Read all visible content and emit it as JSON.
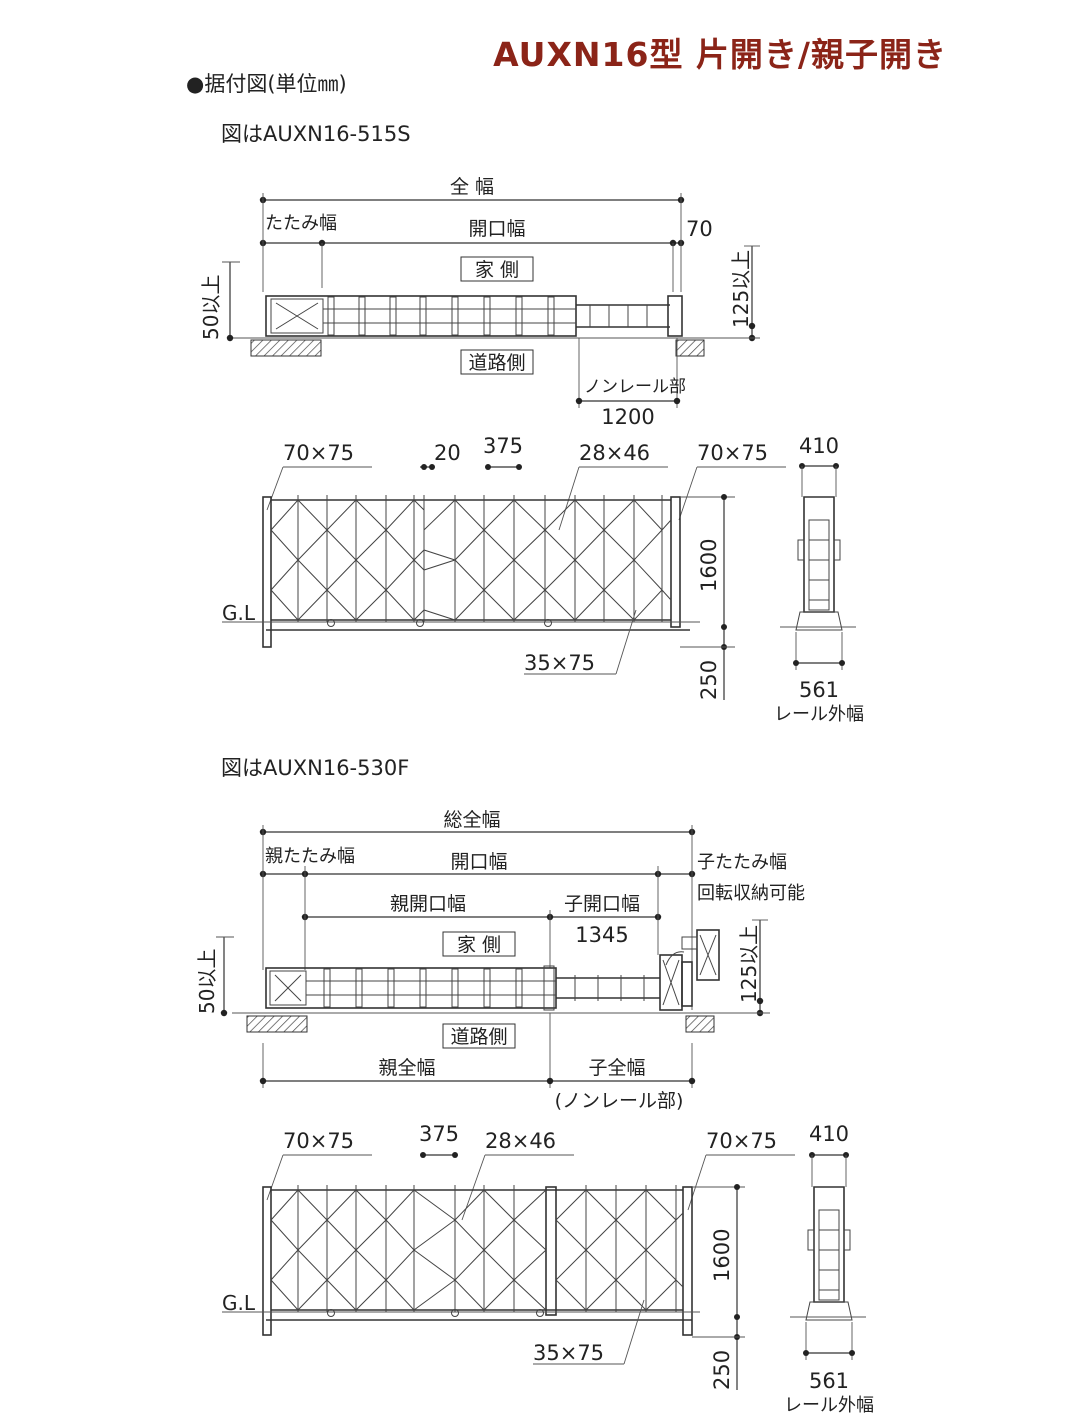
{
  "title": "AUXN16型 片開き/親子開き",
  "section_title": "●据付図(単位㎜)",
  "diagram1": {
    "caption": "図はAUXN16-515S",
    "labels": {
      "overall_width": "全 幅",
      "fold_width": "たたみ幅",
      "opening_width": "開口幅",
      "dim_70": "70",
      "house_side": "家 側",
      "road_side": "道路側",
      "min_50": "50以上",
      "min_125": "125以上",
      "non_rail": "ノンレール部",
      "dim_1200": "1200"
    },
    "elevation": {
      "post_left": "70×75",
      "dim_20": "20",
      "pitch": "375",
      "member": "28×46",
      "post_right": "70×75",
      "height": "1600",
      "gl": "G.L",
      "bottom": "35×75",
      "depth": "250"
    },
    "side": {
      "width": "410",
      "rail_width": "561",
      "rail_label": "レール外幅"
    }
  },
  "diagram2": {
    "caption": "図はAUXN16-530F",
    "labels": {
      "total_width": "総全幅",
      "parent_fold": "親たたみ幅",
      "opening_width": "開口幅",
      "child_fold": "子たたみ幅",
      "rotate_store": "回転収納可能",
      "parent_open": "親開口幅",
      "child_open": "子開口幅",
      "dim_1345": "1345",
      "house_side": "家 側",
      "road_side": "道路側",
      "min_50": "50以上",
      "min_125": "125以上",
      "parent_total": "親全幅",
      "child_total": "子全幅",
      "non_rail": "(ノンレール部)"
    },
    "elevation": {
      "post_left": "70×75",
      "pitch": "375",
      "member": "28×46",
      "post_right": "70×75",
      "height": "1600",
      "gl": "G.L",
      "bottom": "35×75",
      "depth": "250"
    },
    "side": {
      "width": "410",
      "rail_width": "561",
      "rail_label": "レール外幅"
    }
  },
  "colors": {
    "title": "#8b2418",
    "line": "#333333"
  }
}
